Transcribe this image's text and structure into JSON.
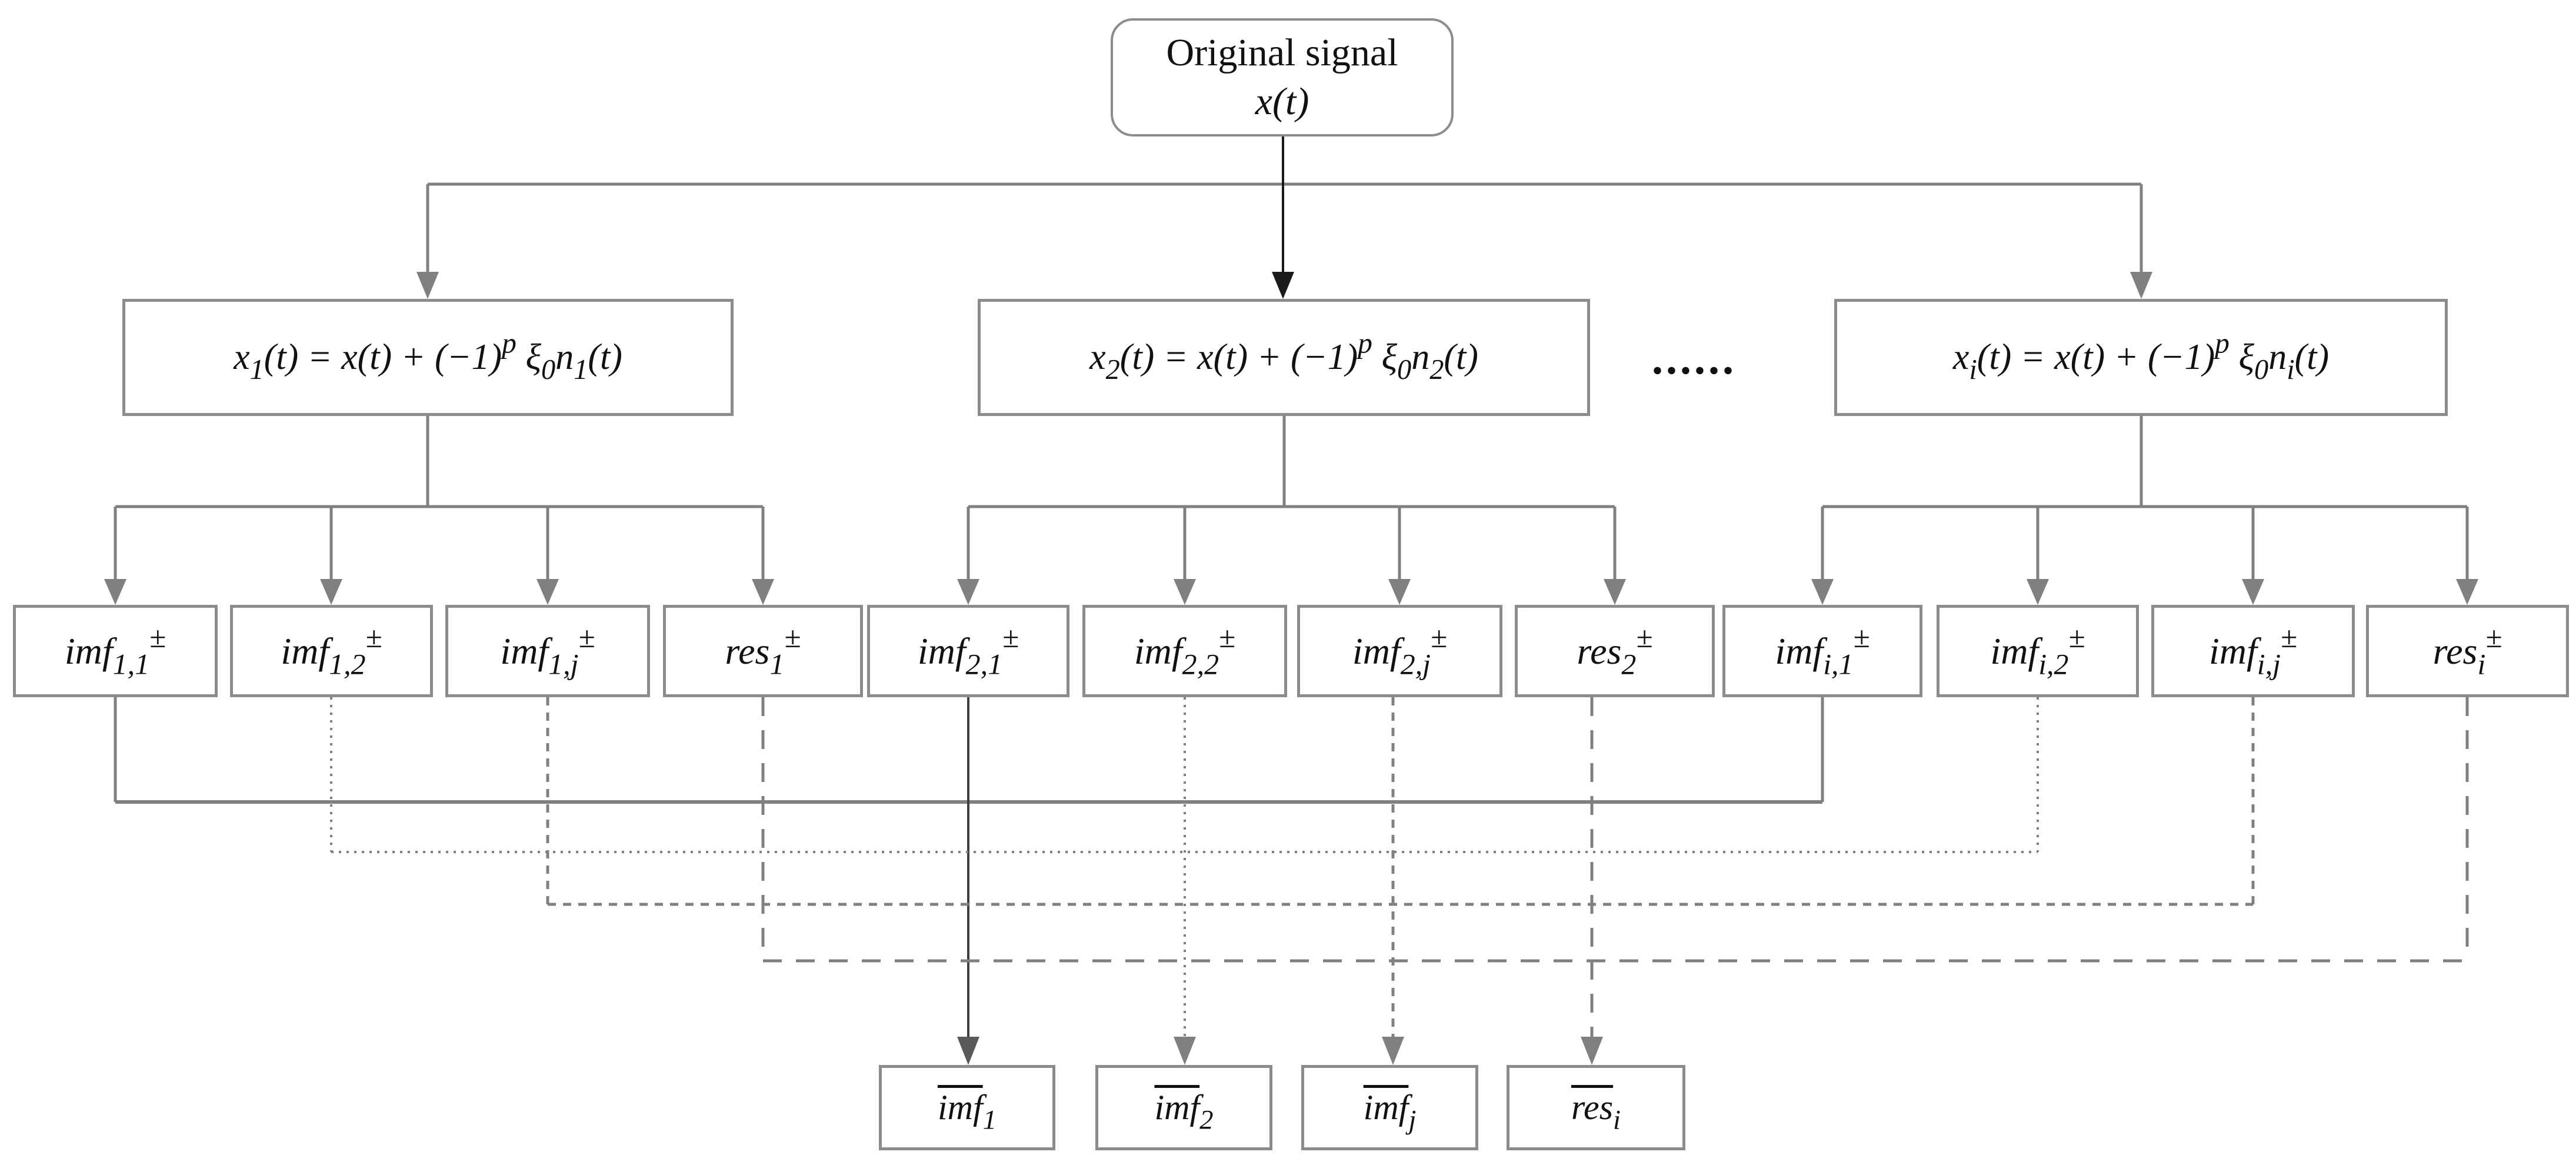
{
  "diagram": {
    "root": {
      "title": "Original signal",
      "signal": "x(t)"
    },
    "ellipsis": "......",
    "ensembles": [
      {
        "formula": "x_{1}(t) = x(t) + (−1)^{p} ξ_{0}n_{1}(t)",
        "components": [
          "imf_{1,1}^{±}",
          "imf_{1,2}^{±}",
          "imf_{1,j}^{±}",
          "res_{1}^{±}"
        ]
      },
      {
        "formula": "x_{2}(t) = x(t) + (−1)^{p} ξ_{0}n_{2}(t)",
        "components": [
          "imf_{2,1}^{±}",
          "imf_{2,2}^{±}",
          "imf_{2,j}^{±}",
          "res_{2}^{±}"
        ]
      },
      {
        "formula": "x_{i}(t) = x(t) + (−1)^{p} ξ_{0}n_{i}(t)",
        "components": [
          "imf_{i,1}^{±}",
          "imf_{i,2}^{±}",
          "imf_{i,j}^{±}",
          "res_{i}^{±}"
        ]
      }
    ],
    "averages": [
      "\\overline{imf}_{1}",
      "\\overline{imf}_{2}",
      "\\overline{imf}_{j}",
      "\\overline{res}_{i}"
    ],
    "colors": {
      "background": "#ffffff",
      "box_border": "#8c8c8c",
      "connector_gray": "#808080",
      "connector_black": "#1a1a1a",
      "text": "#111111"
    }
  }
}
